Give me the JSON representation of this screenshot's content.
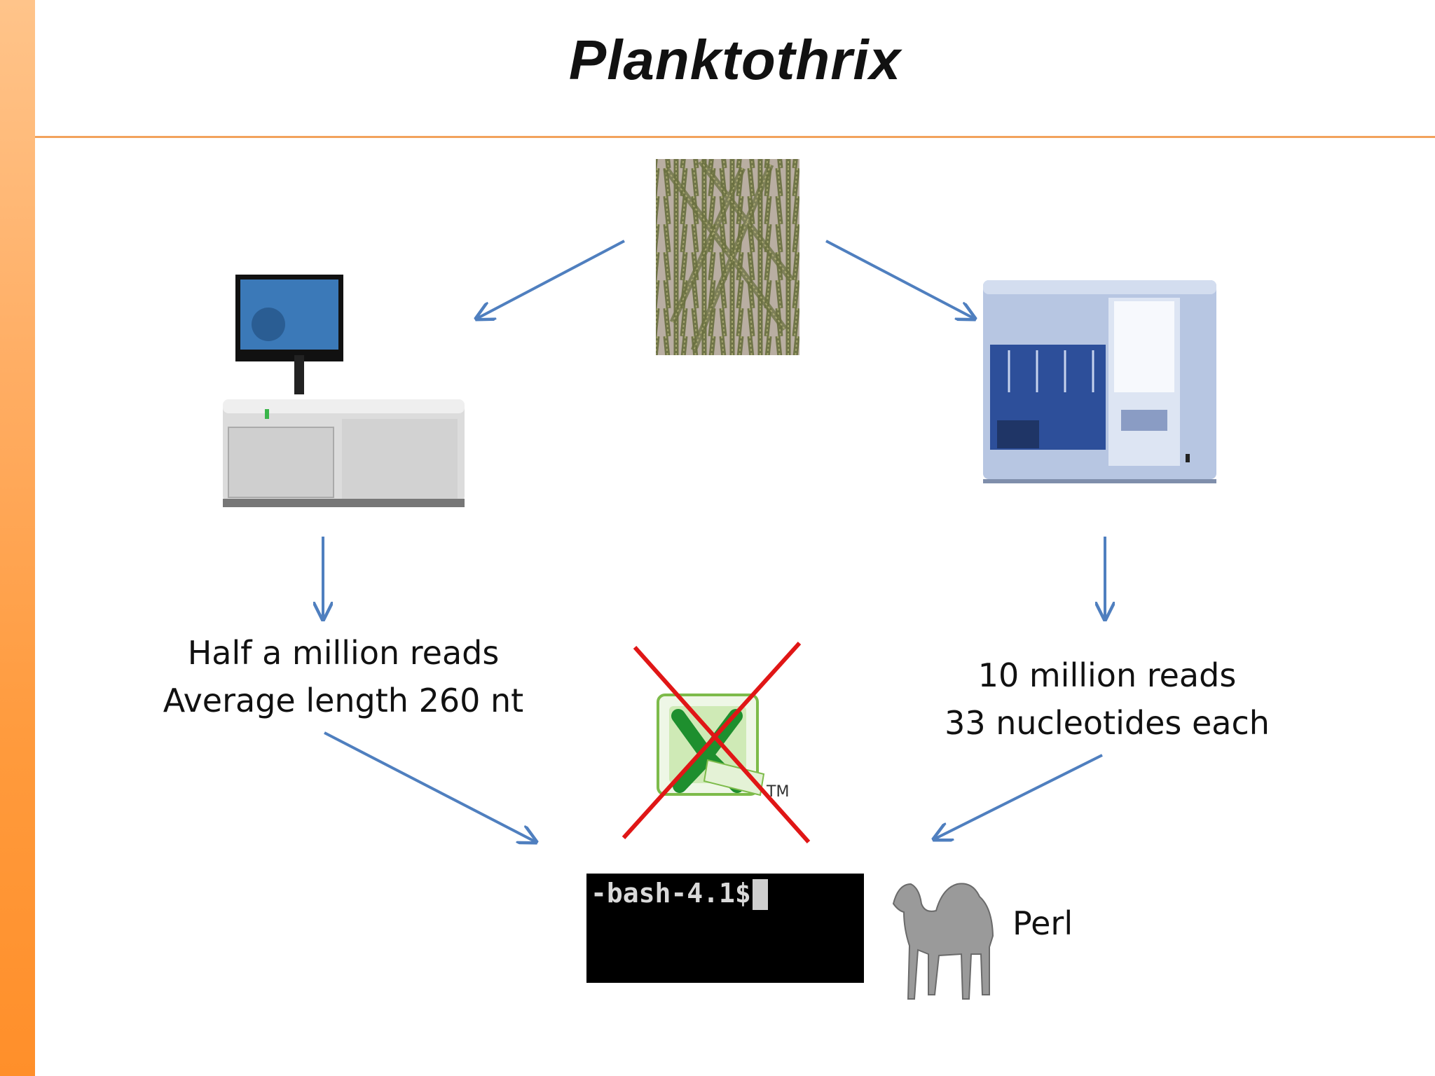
{
  "slide": {
    "title": "Planktothrix",
    "left_output": {
      "line1": "Half a million reads",
      "line2": "Average length 260 nt"
    },
    "right_output": {
      "line1": "10 million reads",
      "line2": "33 nucleotides each"
    },
    "terminal": {
      "prompt": "-bash-4.1$"
    },
    "perl_label": "Perl",
    "excel_tm": "TM",
    "colors": {
      "accent_bar": "#ff9a3c",
      "arrow": "#4f7fbf",
      "cross": "#e01616"
    },
    "icons": [
      "microscope-image",
      "454-sequencer-image",
      "illumina-sequencer-image",
      "excel-icon",
      "camel-icon"
    ]
  }
}
